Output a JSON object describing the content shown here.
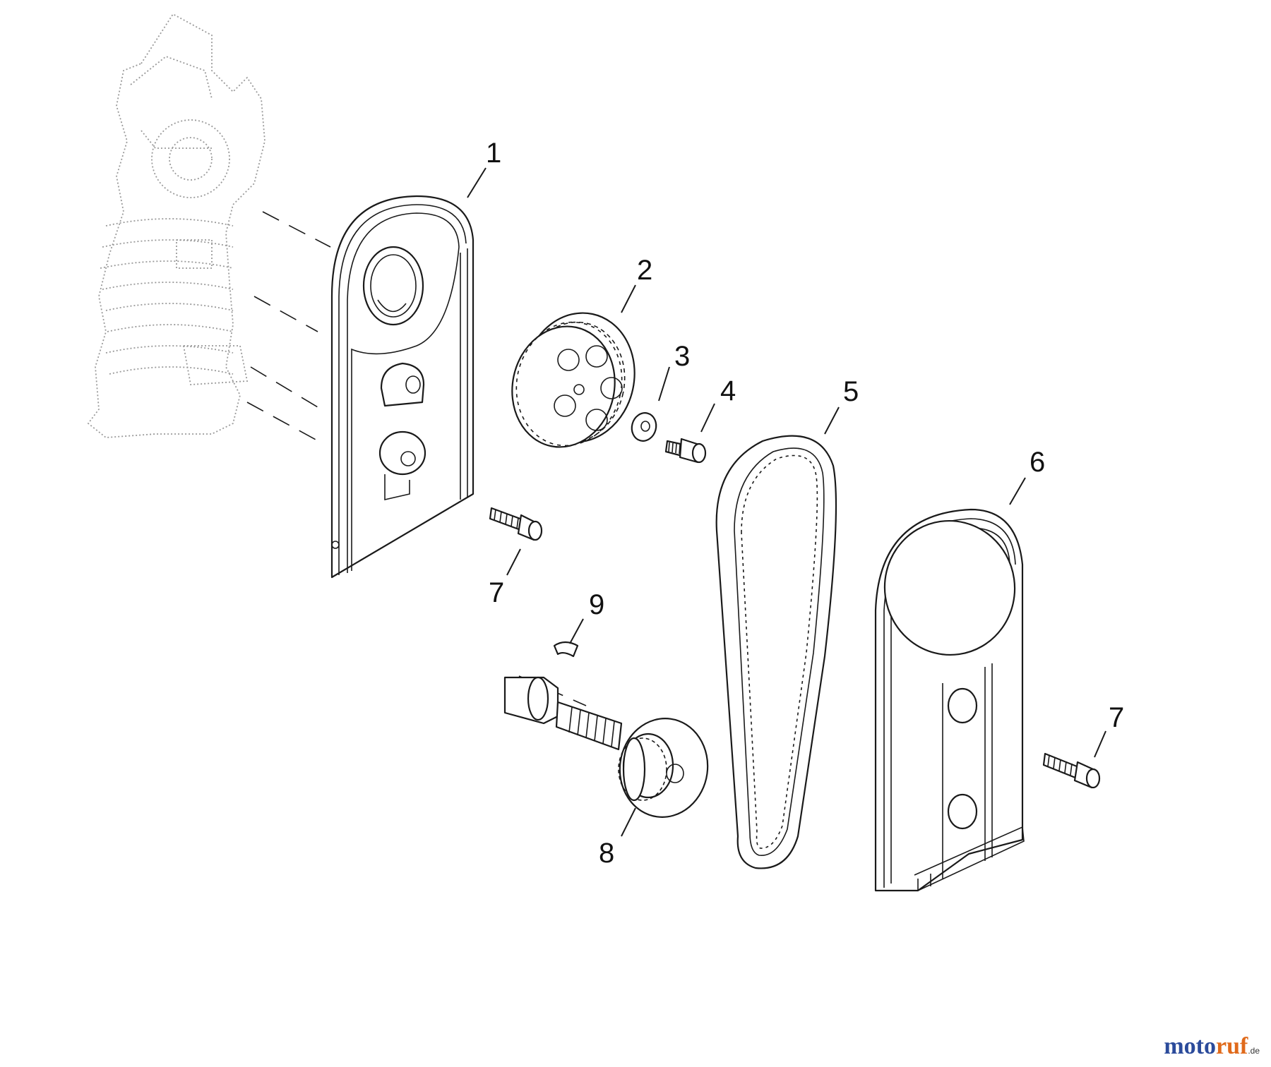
{
  "callouts": {
    "1": "1",
    "2": "2",
    "3": "3",
    "4": "4",
    "5": "5",
    "6": "6",
    "7a": "7",
    "7b": "7",
    "8": "8",
    "9": "9"
  },
  "watermark": {
    "part1": "moto",
    "part2": "ruf",
    "suffix": ".de"
  },
  "colors": {
    "watermark_blue": "#2b4b9b",
    "watermark_orange": "#e06a1b"
  }
}
